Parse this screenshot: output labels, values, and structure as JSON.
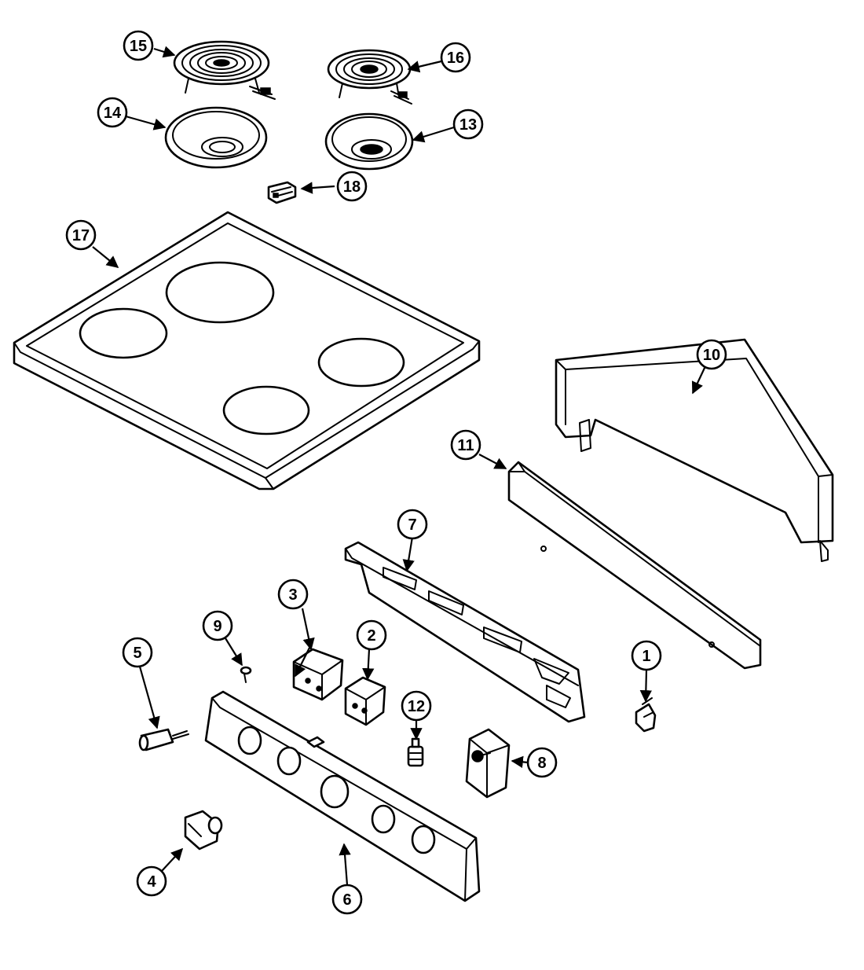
{
  "diagram": {
    "callouts": [
      {
        "label": "15",
        "part": "surface-element-large"
      },
      {
        "label": "16",
        "part": "surface-element-small"
      },
      {
        "label": "14",
        "part": "drip-bowl-large"
      },
      {
        "label": "13",
        "part": "drip-bowl-small"
      },
      {
        "label": "18",
        "part": "terminal-block"
      },
      {
        "label": "17",
        "part": "cooktop"
      },
      {
        "label": "10",
        "part": "backguard"
      },
      {
        "label": "11",
        "part": "backguard-panel"
      },
      {
        "label": "7",
        "part": "bracket-rail"
      },
      {
        "label": "3",
        "part": "switch-a"
      },
      {
        "label": "2",
        "part": "switch-b"
      },
      {
        "label": "9",
        "part": "screw"
      },
      {
        "label": "5",
        "part": "indicator-light"
      },
      {
        "label": "1",
        "part": "clip"
      },
      {
        "label": "12",
        "part": "bulb-socket"
      },
      {
        "label": "8",
        "part": "thermostat"
      },
      {
        "label": "4",
        "part": "knob"
      },
      {
        "label": "6",
        "part": "control-panel"
      }
    ]
  }
}
